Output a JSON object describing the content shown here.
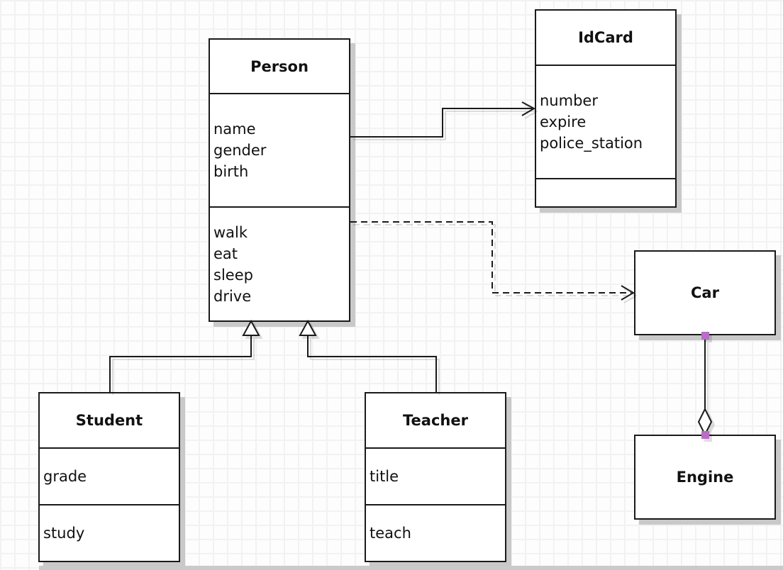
{
  "diagram_type": "uml-class-diagram",
  "colors": {
    "line": "#1a1a1a",
    "shadow": "#c9c9c9",
    "handle": "#b76ec4",
    "box_bg": "#ffffff",
    "grid": "#f2f2f2"
  },
  "classes": [
    {
      "name": "Person",
      "attributes": [
        "name",
        "gender",
        "birth"
      ],
      "methods": [
        "walk",
        "eat",
        "sleep",
        "drive"
      ]
    },
    {
      "name": "IdCard",
      "attributes": [
        "number",
        "expire",
        "police_station"
      ],
      "methods": []
    },
    {
      "name": "Car",
      "attributes": [],
      "methods": []
    },
    {
      "name": "Engine",
      "attributes": [],
      "methods": []
    },
    {
      "name": "Student",
      "attributes": [
        "grade"
      ],
      "methods": [
        "study"
      ]
    },
    {
      "name": "Teacher",
      "attributes": [
        "title"
      ],
      "methods": [
        "teach"
      ]
    }
  ],
  "relations": [
    {
      "type": "association",
      "from": "Person",
      "to": "IdCard",
      "line": "solid",
      "arrow": "open"
    },
    {
      "type": "dependency",
      "from": "Person",
      "to": "Car",
      "line": "dashed",
      "arrow": "open"
    },
    {
      "type": "generalization",
      "from": "Student",
      "to": "Person",
      "line": "solid",
      "arrow": "hollow-triangle"
    },
    {
      "type": "generalization",
      "from": "Teacher",
      "to": "Person",
      "line": "solid",
      "arrow": "hollow-triangle"
    },
    {
      "type": "aggregation",
      "from": "Engine",
      "to": "Car",
      "line": "solid",
      "arrow": "hollow-diamond",
      "selected": true
    }
  ]
}
